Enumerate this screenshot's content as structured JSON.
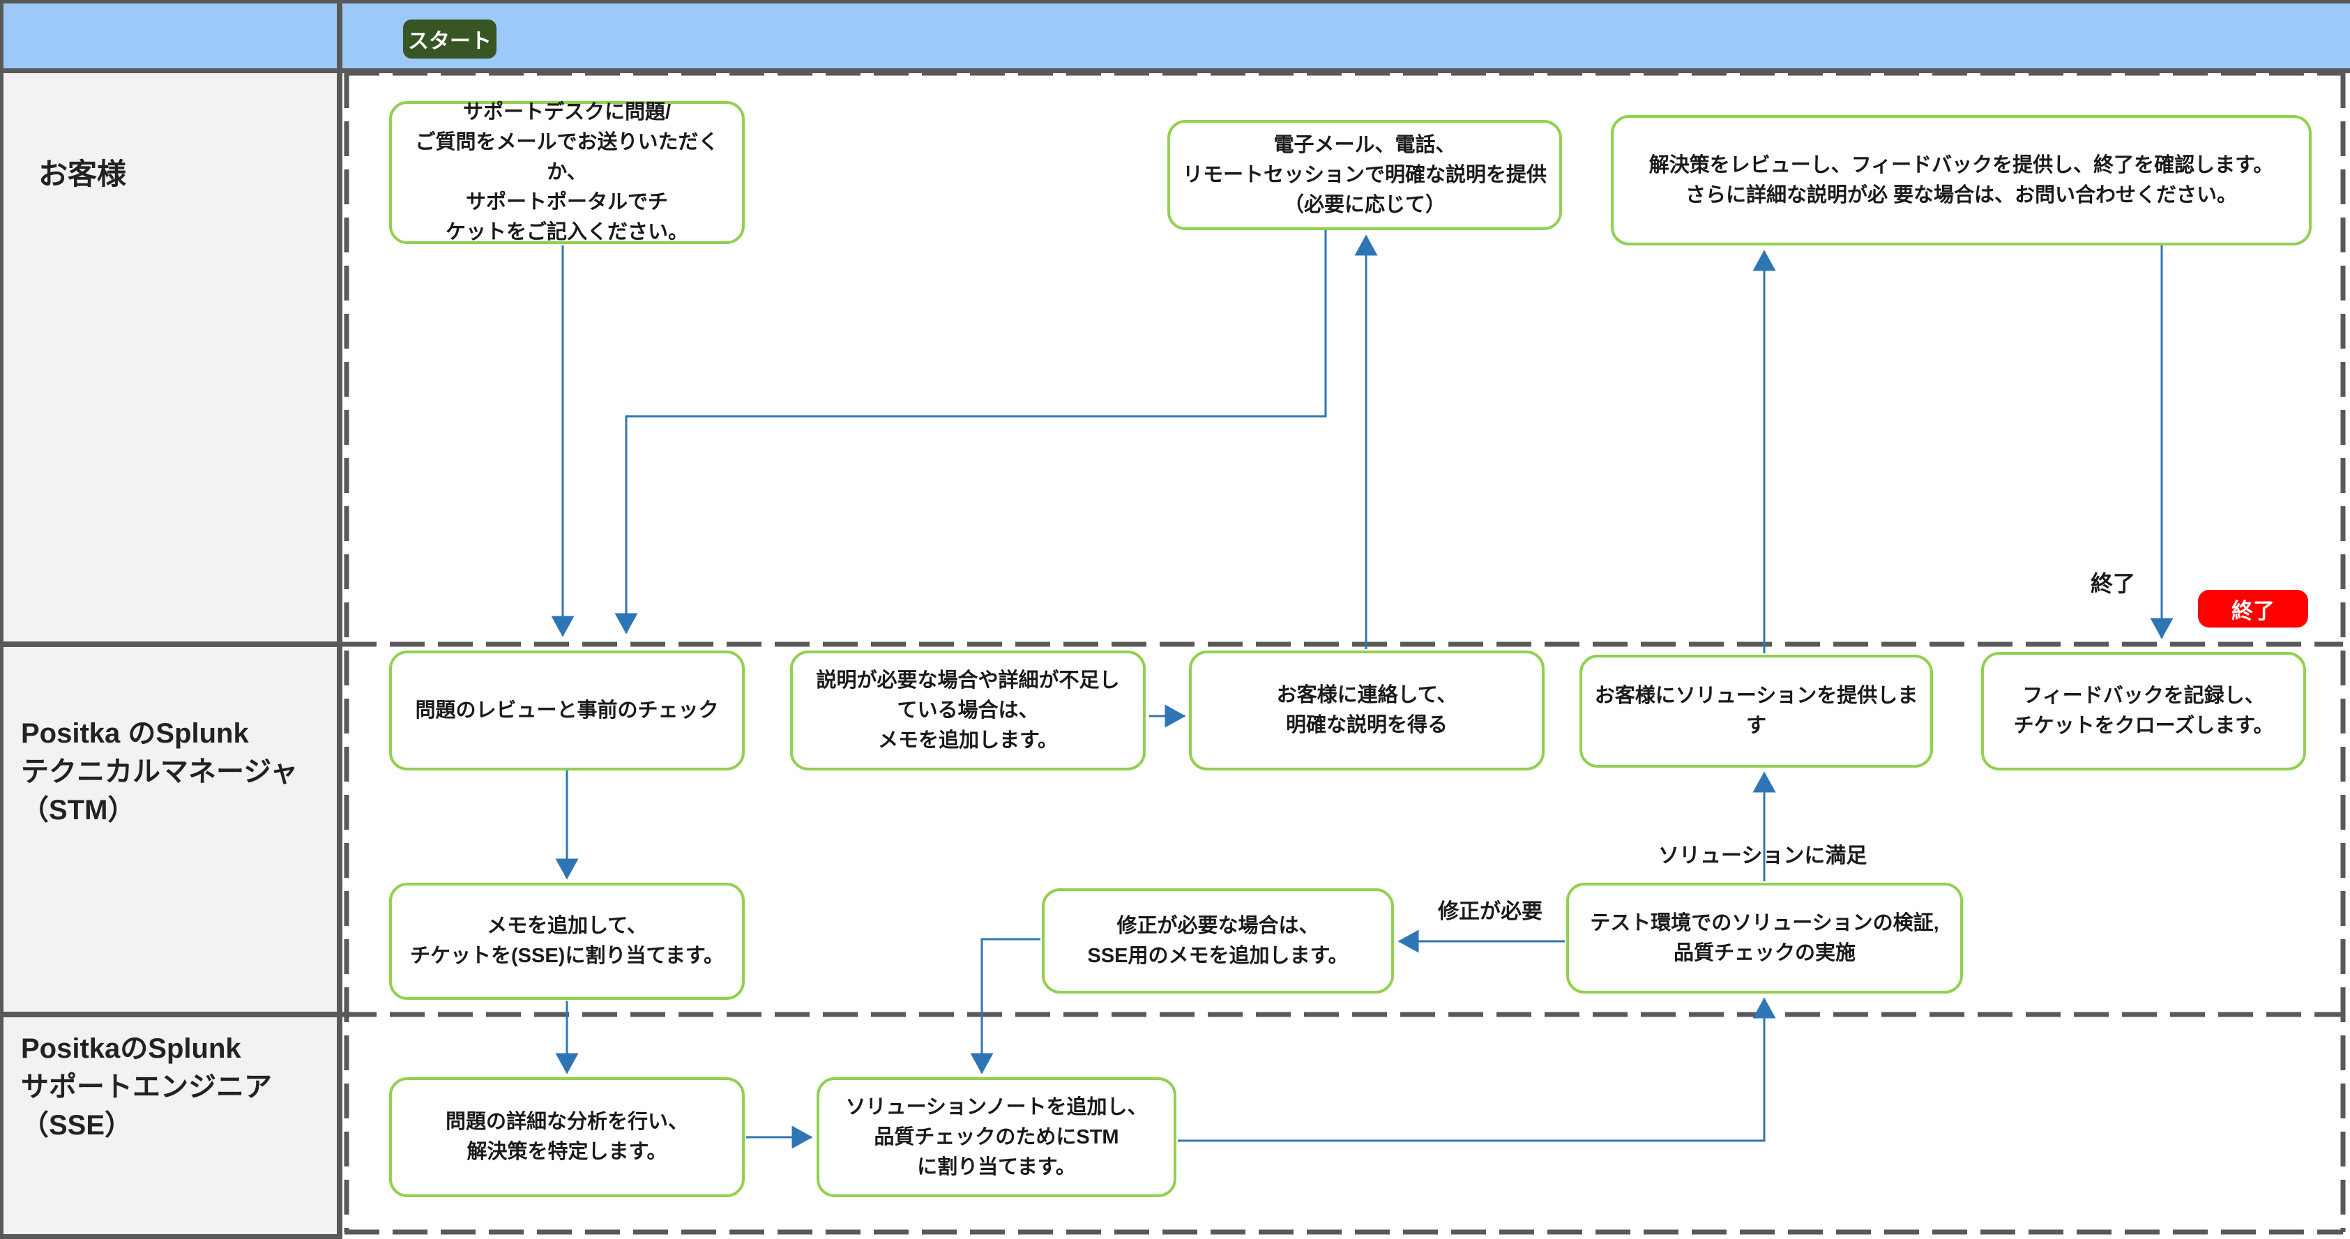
{
  "header": {
    "start_badge": "スタート"
  },
  "lanes": {
    "customer": "お客様",
    "stm": "Positka のSplunk\nテクニカルマネージャ\n（STM）",
    "sse": "PositkaのSplunk\nサポートエンジニア\n（SSE）"
  },
  "nodes": {
    "submit_ticket": {
      "text": "サポートデスクに問題/\nご質問をメールでお送りいただくか、\nサポートポータルでチ\nケットをご記入ください。"
    },
    "provide_clarification": {
      "text": "電子メール、電話、\nリモートセッションで明確な説明を提供\n（必要に応じて）"
    },
    "review_solution": {
      "text": "解決策をレビューし、フィードバックを提供し、終了を確認します。\nさらに詳細な説明が必 要な場合は、お問い合わせください。"
    },
    "review_issue": {
      "text": "問題のレビューと事前のチェック"
    },
    "add_notes_if_unclear": {
      "text": "説明が必要な場合や詳細が不足し\nている場合は、\nメモを追加します。"
    },
    "contact_customer": {
      "text": "お客様に連絡して、\n明確な説明を得る"
    },
    "provide_solution": {
      "text": "お客様にソリューションを提供します"
    },
    "record_feedback": {
      "text": "フィードバックを記録し、\nチケットをクローズします。"
    },
    "assign_to_sse": {
      "text": "メモを追加して、\nチケットを(SSE)に割り当てます。"
    },
    "fix_notes_for_sse": {
      "text": "修正が必要な場合は、\nSSE用のメモを追加します。"
    },
    "validate_solution": {
      "text": "テスト環境でのソリューションの検証,\n品質チェックの実施"
    },
    "analyze_issue": {
      "text": "問題の詳細な分析を行い、\n解決策を特定します。"
    },
    "add_solution_notes": {
      "text": "ソリューションノートを追加し、\n品質チェックのためにSTM\nに割り当てます。"
    }
  },
  "edge_labels": {
    "end_annotation": "終了",
    "end_badge": "終了",
    "solution_satisfied": "ソリューションに満足",
    "fix_required": "修正が必要"
  },
  "colors": {
    "header_blue": "#9CC9F8",
    "lane_label_bg": "#F2F2F2",
    "grid_gray": "#595959",
    "node_green": "#92D050",
    "arrow_blue": "#2E75B6",
    "start_green": "#375623",
    "end_red": "#FF0000"
  }
}
